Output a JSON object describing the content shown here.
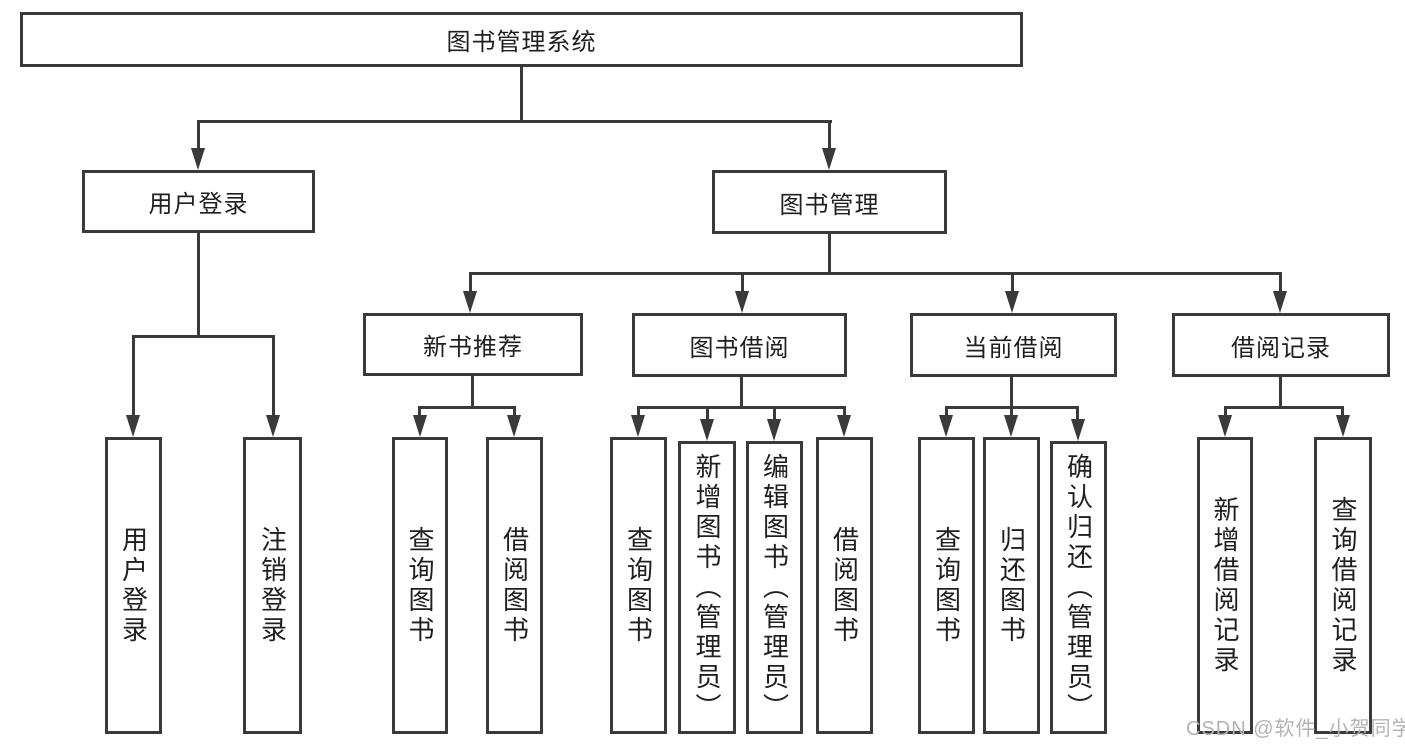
{
  "tree": {
    "root": {
      "label": "图书管理系统"
    },
    "branches": [
      {
        "label": "用户登录",
        "children": [
          {
            "label": "用户登录"
          },
          {
            "label": "注销登录"
          }
        ]
      },
      {
        "label": "图书管理",
        "children": [
          {
            "label": "新书推荐",
            "children": [
              {
                "label": "查询图书"
              },
              {
                "label": "借阅图书"
              }
            ]
          },
          {
            "label": "图书借阅",
            "children": [
              {
                "label": "查询图书"
              },
              {
                "label": "新增图书（管理员）"
              },
              {
                "label": "编辑图书（管理员）"
              },
              {
                "label": "借阅图书"
              }
            ]
          },
          {
            "label": "当前借阅",
            "children": [
              {
                "label": "查询图书"
              },
              {
                "label": "归还图书"
              },
              {
                "label": "确认归还（管理员）"
              }
            ]
          },
          {
            "label": "借阅记录",
            "children": [
              {
                "label": "新增借阅记录"
              },
              {
                "label": "查询借阅记录"
              }
            ]
          }
        ]
      }
    ]
  },
  "watermark": {
    "text": "CSDN @软件_小贺同学"
  },
  "colors": {
    "line": "#3a3a3a",
    "text": "#1f1f1f",
    "watermark_gray": "#b3b3b3",
    "background": "#ffffff"
  }
}
